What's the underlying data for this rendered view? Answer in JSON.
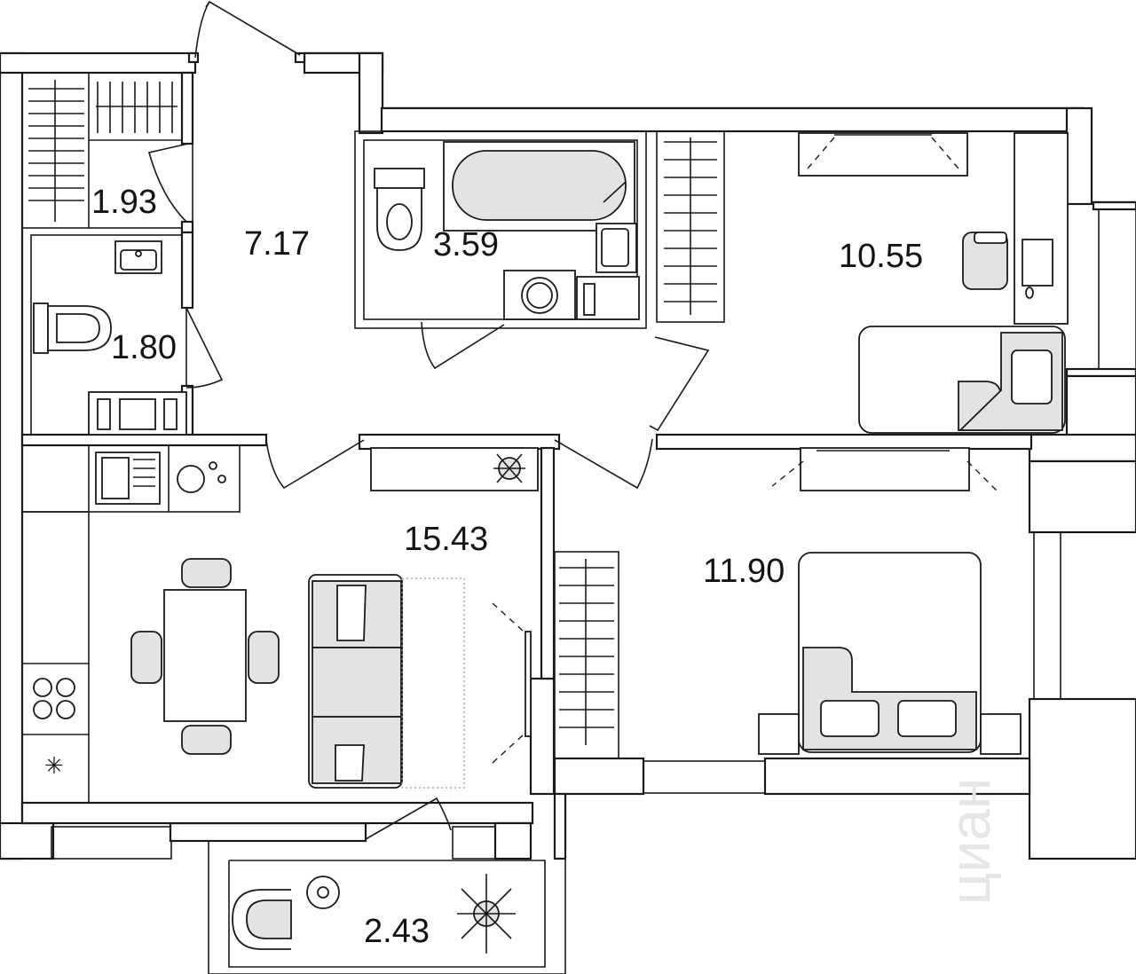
{
  "rooms": [
    {
      "id": "wardrobe",
      "area": "1.93"
    },
    {
      "id": "hallway",
      "area": "7.17"
    },
    {
      "id": "bathroom",
      "area": "3.59"
    },
    {
      "id": "bedroom-small",
      "area": "10.55"
    },
    {
      "id": "toilet",
      "area": "1.80"
    },
    {
      "id": "living-kitchen",
      "area": "15.43"
    },
    {
      "id": "bedroom-large",
      "area": "11.90"
    },
    {
      "id": "balcony",
      "area": "2.43"
    }
  ],
  "watermark": {
    "text": "циан"
  },
  "colors": {
    "line": "#1a1a1a",
    "furniture_fill": "#e3e3e3",
    "watermark": "#e6e6e6"
  }
}
